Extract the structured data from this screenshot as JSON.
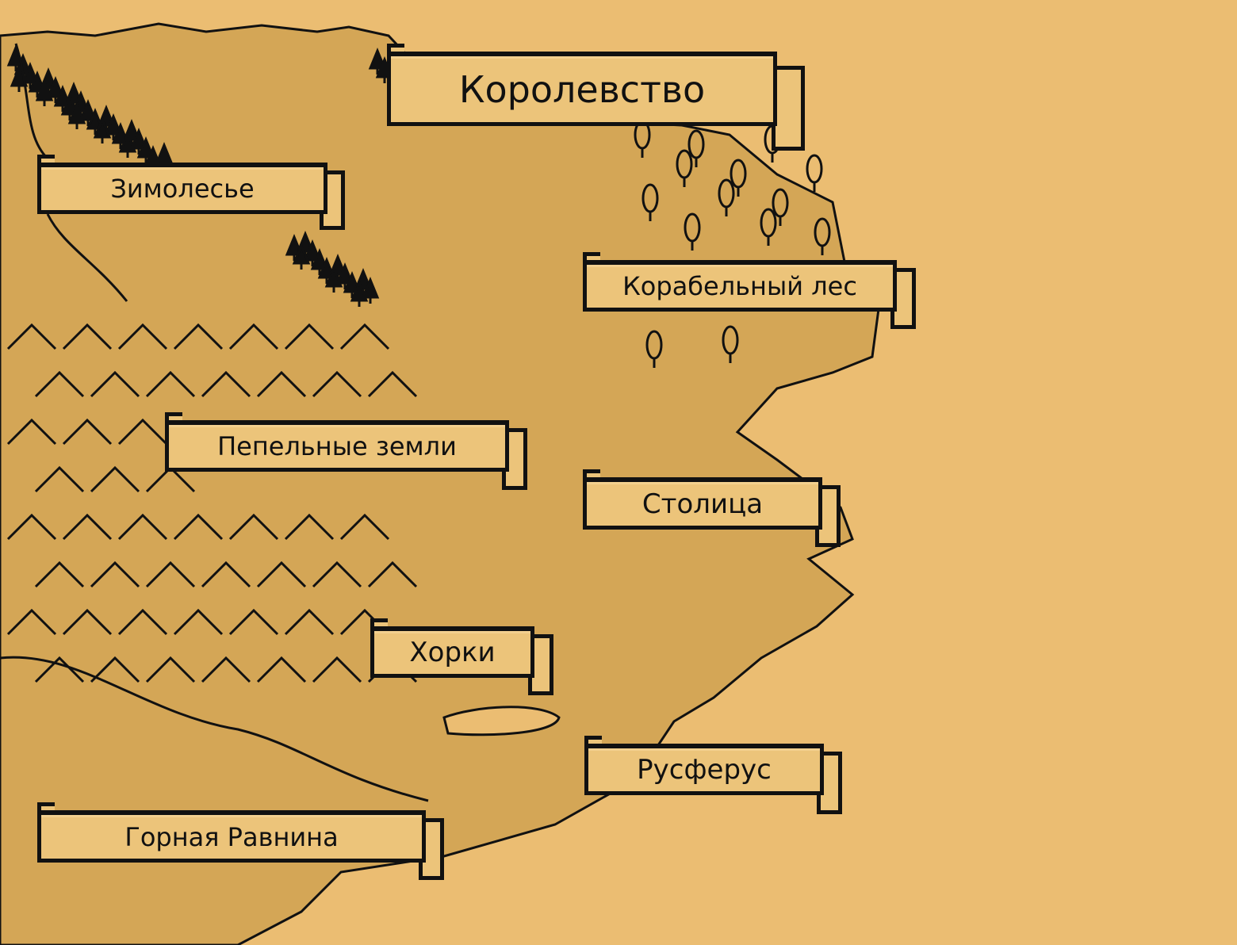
{
  "map": {
    "colors": {
      "sea": "#ebbd72",
      "land": "#d4a656",
      "banner": "#ecc47a",
      "ink": "#111111"
    },
    "regions": [
      {
        "id": "kingdom",
        "label": "Королевство"
      },
      {
        "id": "winterwood",
        "label": "Зимолесье"
      },
      {
        "id": "shipwood",
        "label": "Корабельный лес"
      },
      {
        "id": "ashlands",
        "label": "Пепельные земли"
      },
      {
        "id": "capital",
        "label": "Столица"
      },
      {
        "id": "khorki",
        "label": "Хорки"
      },
      {
        "id": "rusferus",
        "label": "Русферус"
      },
      {
        "id": "mountain-plain",
        "label": "Горная Равнина"
      }
    ]
  }
}
